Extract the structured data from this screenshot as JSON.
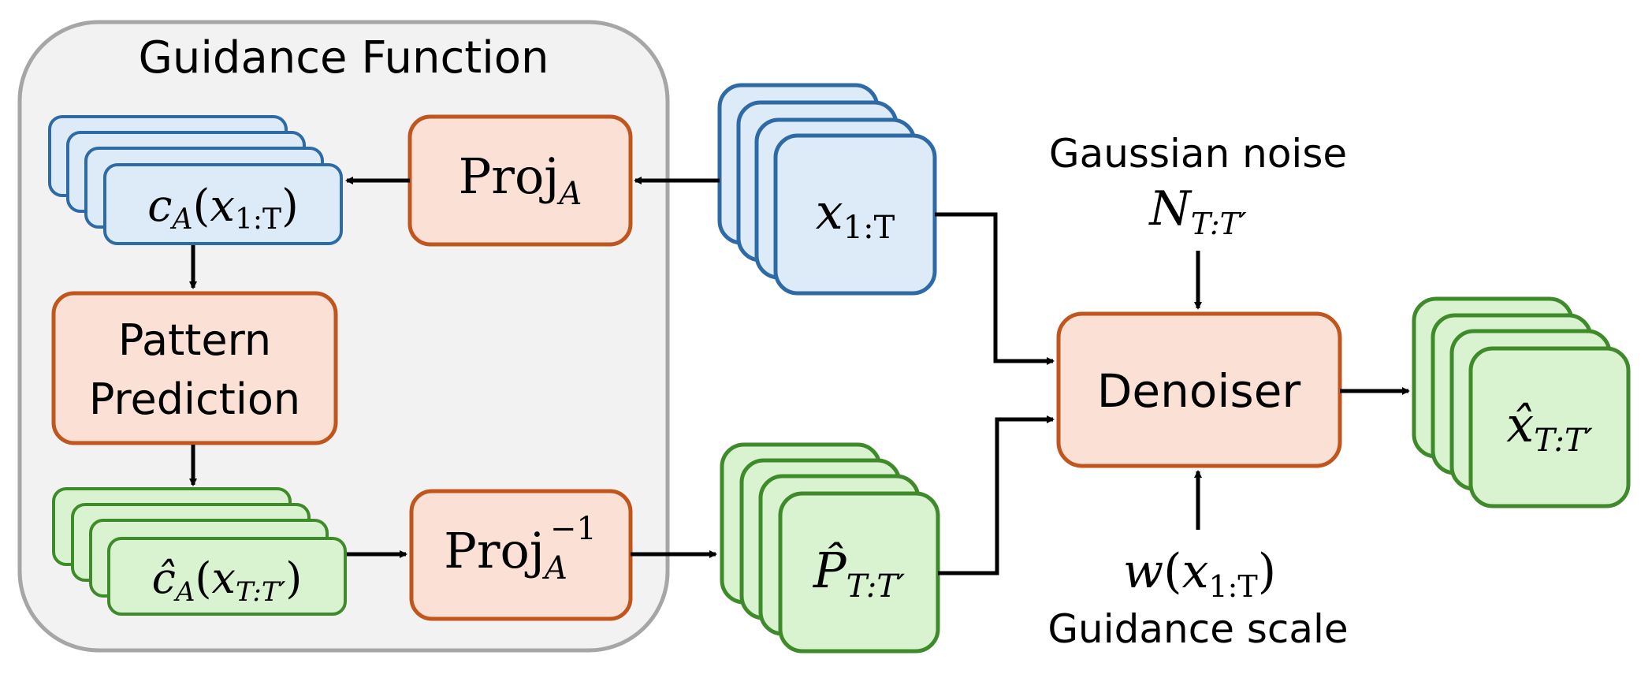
{
  "group": {
    "title": "Guidance Function"
  },
  "blocks": {
    "proj": {
      "main": "Proj",
      "sub": "A"
    },
    "pattern_prediction": {
      "line1": "Pattern",
      "line2": "Prediction"
    },
    "proj_inverse": {
      "main": "Proj",
      "sub": "A",
      "sup": "−1"
    },
    "denoiser": {
      "label": "Denoiser"
    }
  },
  "data_stacks": {
    "c_a": {
      "func": "c",
      "func_sub": "A",
      "arg": "x",
      "arg_sub": "1:T"
    },
    "c_hat_a": {
      "func": "ĉ",
      "func_sub": "A",
      "arg": "x",
      "arg_sub": "T:T′"
    },
    "x_input": {
      "var": "x",
      "sub": "1:T"
    },
    "p_hat": {
      "var": "P̂",
      "sub": "T:T′"
    },
    "x_hat_output": {
      "var": "x̂",
      "sub": "T:T′"
    }
  },
  "noise": {
    "label": "Gaussian noise",
    "var": "N",
    "sub": "T:T′"
  },
  "guidance_scale": {
    "func": "w",
    "arg": "x",
    "arg_sub": "1:T",
    "label": "Guidance scale"
  },
  "colors": {
    "blue_fill": "#ddeaf7",
    "blue_stroke": "#2e6aa6",
    "green_fill": "#d9f2d0",
    "green_stroke": "#3f8a2a",
    "orange_fill": "#fbe1d5",
    "orange_stroke": "#c0561e",
    "group_fill": "#f2f2f2",
    "group_stroke": "#a6a6a6"
  }
}
